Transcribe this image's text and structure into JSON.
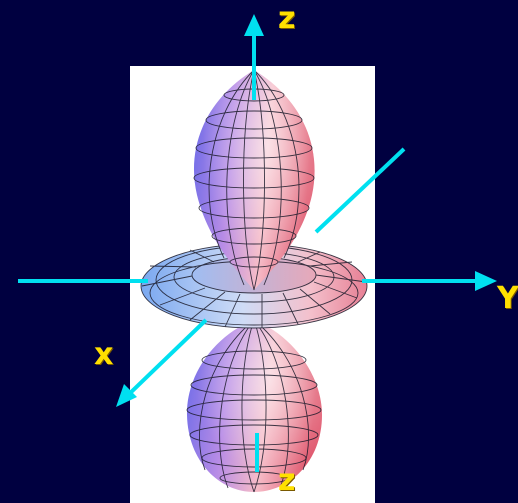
{
  "labels": {
    "z_top": "z",
    "y": "Y",
    "x": "x",
    "z_bottom": "z"
  },
  "colors": {
    "background": "#000040",
    "panel": "#ffffff",
    "axis": "#00e0f0",
    "label": "#ffe000",
    "lobe_pink": "#f08a9c",
    "lobe_blue": "#8888ff",
    "torus_blue": "#78aaf0",
    "mesh": "#1a1a2a"
  }
}
